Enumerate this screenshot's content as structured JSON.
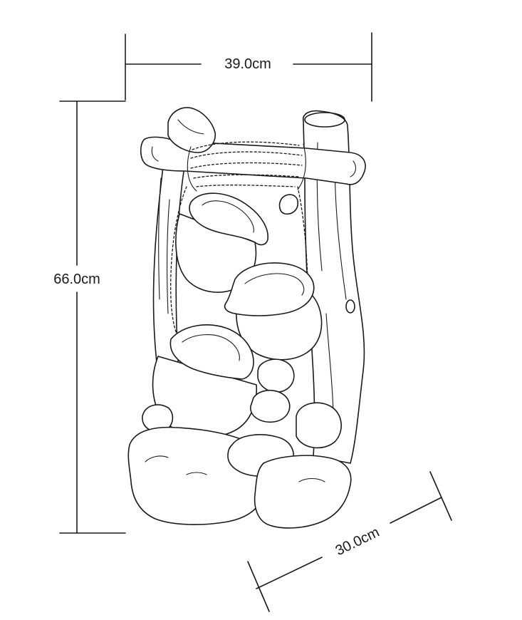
{
  "dimensions": {
    "width_label": "39.0cm",
    "height_label": "66.0cm",
    "depth_label": "30.0cm"
  }
}
